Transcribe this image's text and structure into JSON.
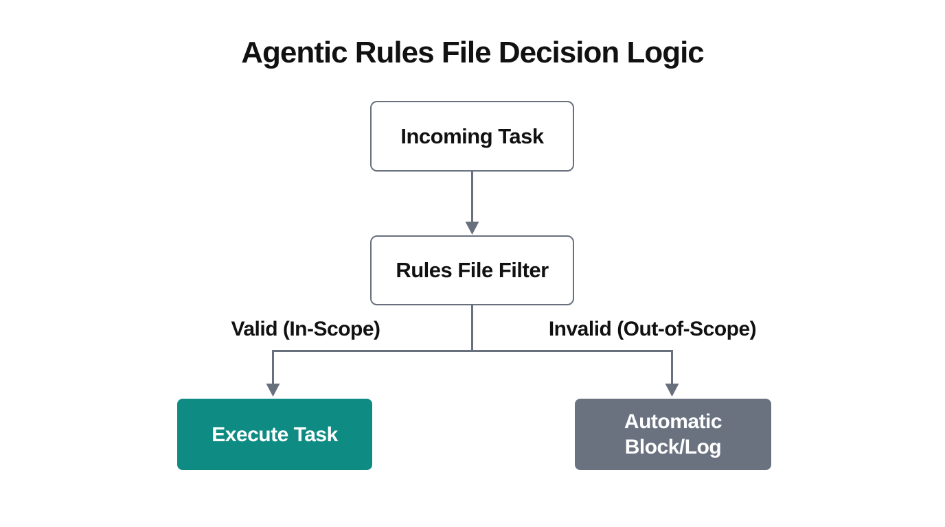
{
  "title": "Agentic Rules File Decision Logic",
  "theme": {
    "background": "#ffffff",
    "title_text": "#111111",
    "label_text": "#111111",
    "line_color": "#68707e",
    "node_border": "#68707e",
    "node_bg": "#ffffff",
    "node_text": "#111111",
    "execute_bg": "#0e8c84",
    "block_bg": "#6a7280",
    "leaf_text": "#ffffff"
  },
  "nodes": {
    "incoming": {
      "label": "Incoming Task"
    },
    "filter": {
      "label": "Rules File Filter"
    },
    "execute": {
      "label": "Execute Task"
    },
    "block": {
      "label": "Automatic Block/Log",
      "lines": [
        "Automatic",
        "Block/Log"
      ]
    }
  },
  "branches": {
    "valid_label": "Valid (In-Scope)",
    "invalid_label": "Invalid (Out-of-Scope)"
  }
}
